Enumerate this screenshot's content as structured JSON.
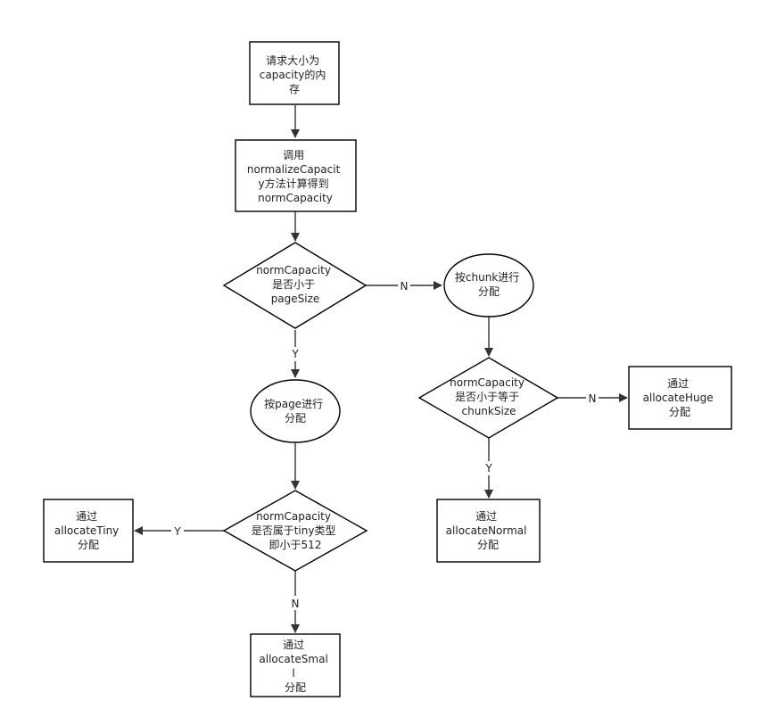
{
  "nodes": {
    "request": {
      "lines": [
        "请求大小为",
        "capacity的内",
        "存"
      ]
    },
    "normalize": {
      "lines": [
        "调用",
        "normalizeCapacit",
        "y方法计算得到",
        "normCapacity"
      ]
    },
    "check_page": {
      "lines": [
        "normCapacity",
        "是否小于",
        "pageSize"
      ]
    },
    "chunk_alloc": {
      "lines": [
        "按chunk进行",
        "分配"
      ]
    },
    "page_alloc": {
      "lines": [
        "按page进行",
        "分配"
      ]
    },
    "check_chunk": {
      "lines": [
        "normCapacity",
        "是否小于等于",
        "chunkSize"
      ]
    },
    "huge": {
      "lines": [
        "通过",
        "allocateHuge",
        "分配"
      ]
    },
    "normal": {
      "lines": [
        "通过",
        "allocateNormal",
        "分配"
      ]
    },
    "check_tiny": {
      "lines": [
        "normCapacity",
        "是否属于tiny类型",
        "即小于512"
      ]
    },
    "tiny": {
      "lines": [
        "通过",
        "allocateTiny",
        "分配"
      ]
    },
    "small": {
      "lines": [
        "通过",
        "allocateSmal",
        "l",
        "分配"
      ]
    }
  },
  "edge_labels": {
    "page_no": "N",
    "page_yes": "Y",
    "chunk_no": "N",
    "chunk_yes": "Y",
    "tiny_yes": "Y",
    "tiny_no": "N"
  }
}
